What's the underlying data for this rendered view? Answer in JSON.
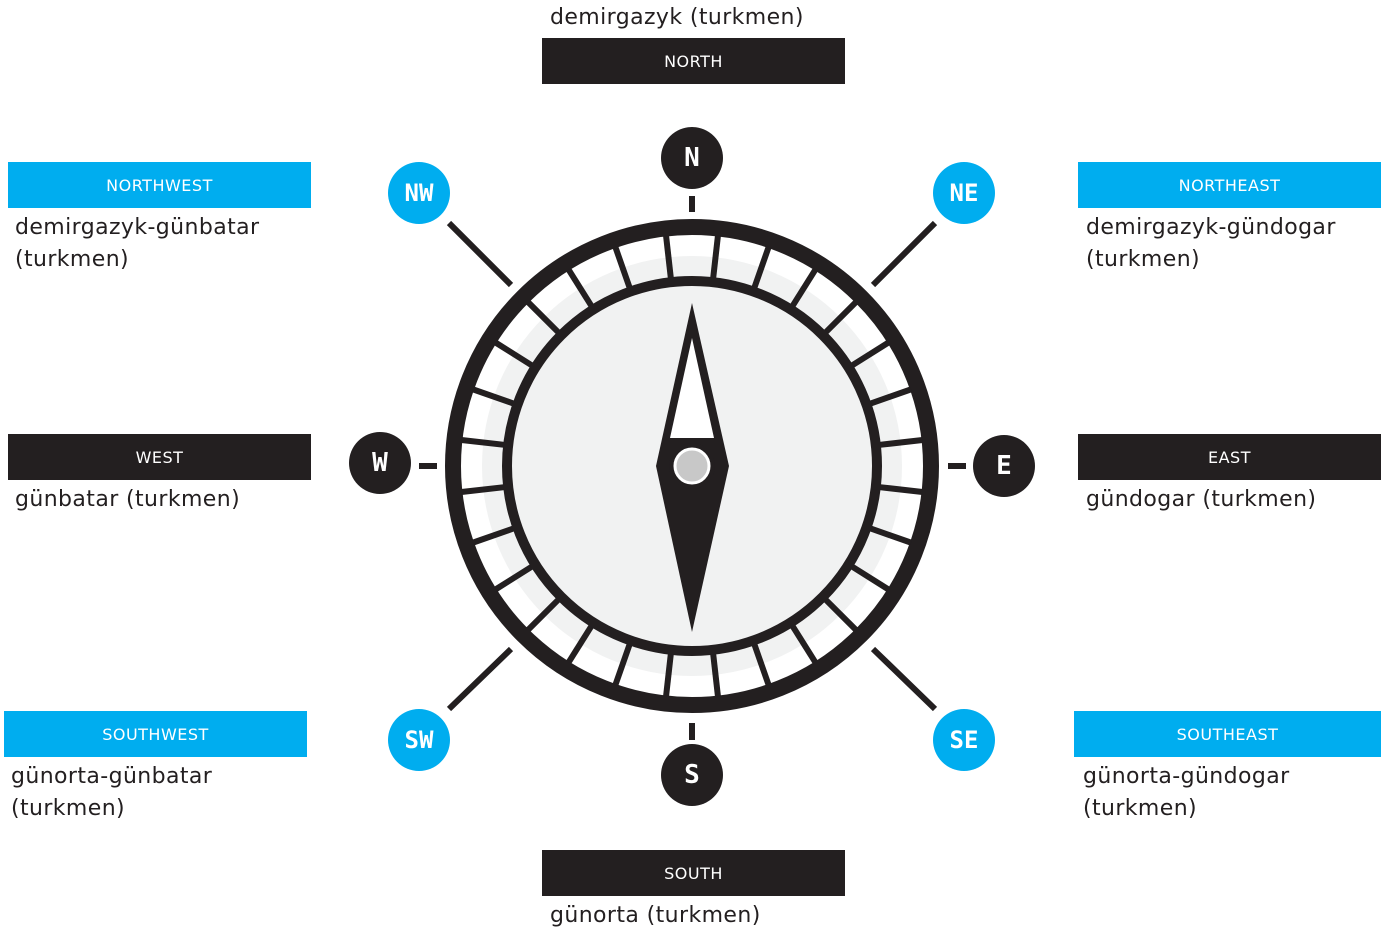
{
  "directions": {
    "north": {
      "label": "NORTH",
      "translation": "demirgazyk (turkmen)",
      "abbr": "N"
    },
    "northeast": {
      "label": "NORTHEAST",
      "translation_line1": "demirgazyk-gündogar",
      "translation_line2": "(turkmen)",
      "abbr": "NE"
    },
    "east": {
      "label": "EAST",
      "translation": "gündogar (turkmen)",
      "abbr": "E"
    },
    "southeast": {
      "label": "SOUTHEAST",
      "translation_line1": "günorta-gündogar",
      "translation_line2": "(turkmen)",
      "abbr": "SE"
    },
    "south": {
      "label": "SOUTH",
      "translation": "günorta (turkmen)",
      "abbr": "S"
    },
    "southwest": {
      "label": "SOUTHWEST",
      "translation_line1": "günorta-günbatar",
      "translation_line2": "(turkmen)",
      "abbr": "SW"
    },
    "west": {
      "label": "WEST",
      "translation": "günbatar (turkmen)",
      "abbr": "W"
    },
    "northwest": {
      "label": "NORTHWEST",
      "translation_line1": "demirgazyk-günbatar",
      "translation_line2": "(turkmen)",
      "abbr": "NW"
    }
  },
  "colors": {
    "dark": "#231f20",
    "accent": "#00adef",
    "dial_fill": "#f1f2f2",
    "pivot": "#c8c8c8"
  },
  "icons": {
    "compass": "compass-icon"
  }
}
